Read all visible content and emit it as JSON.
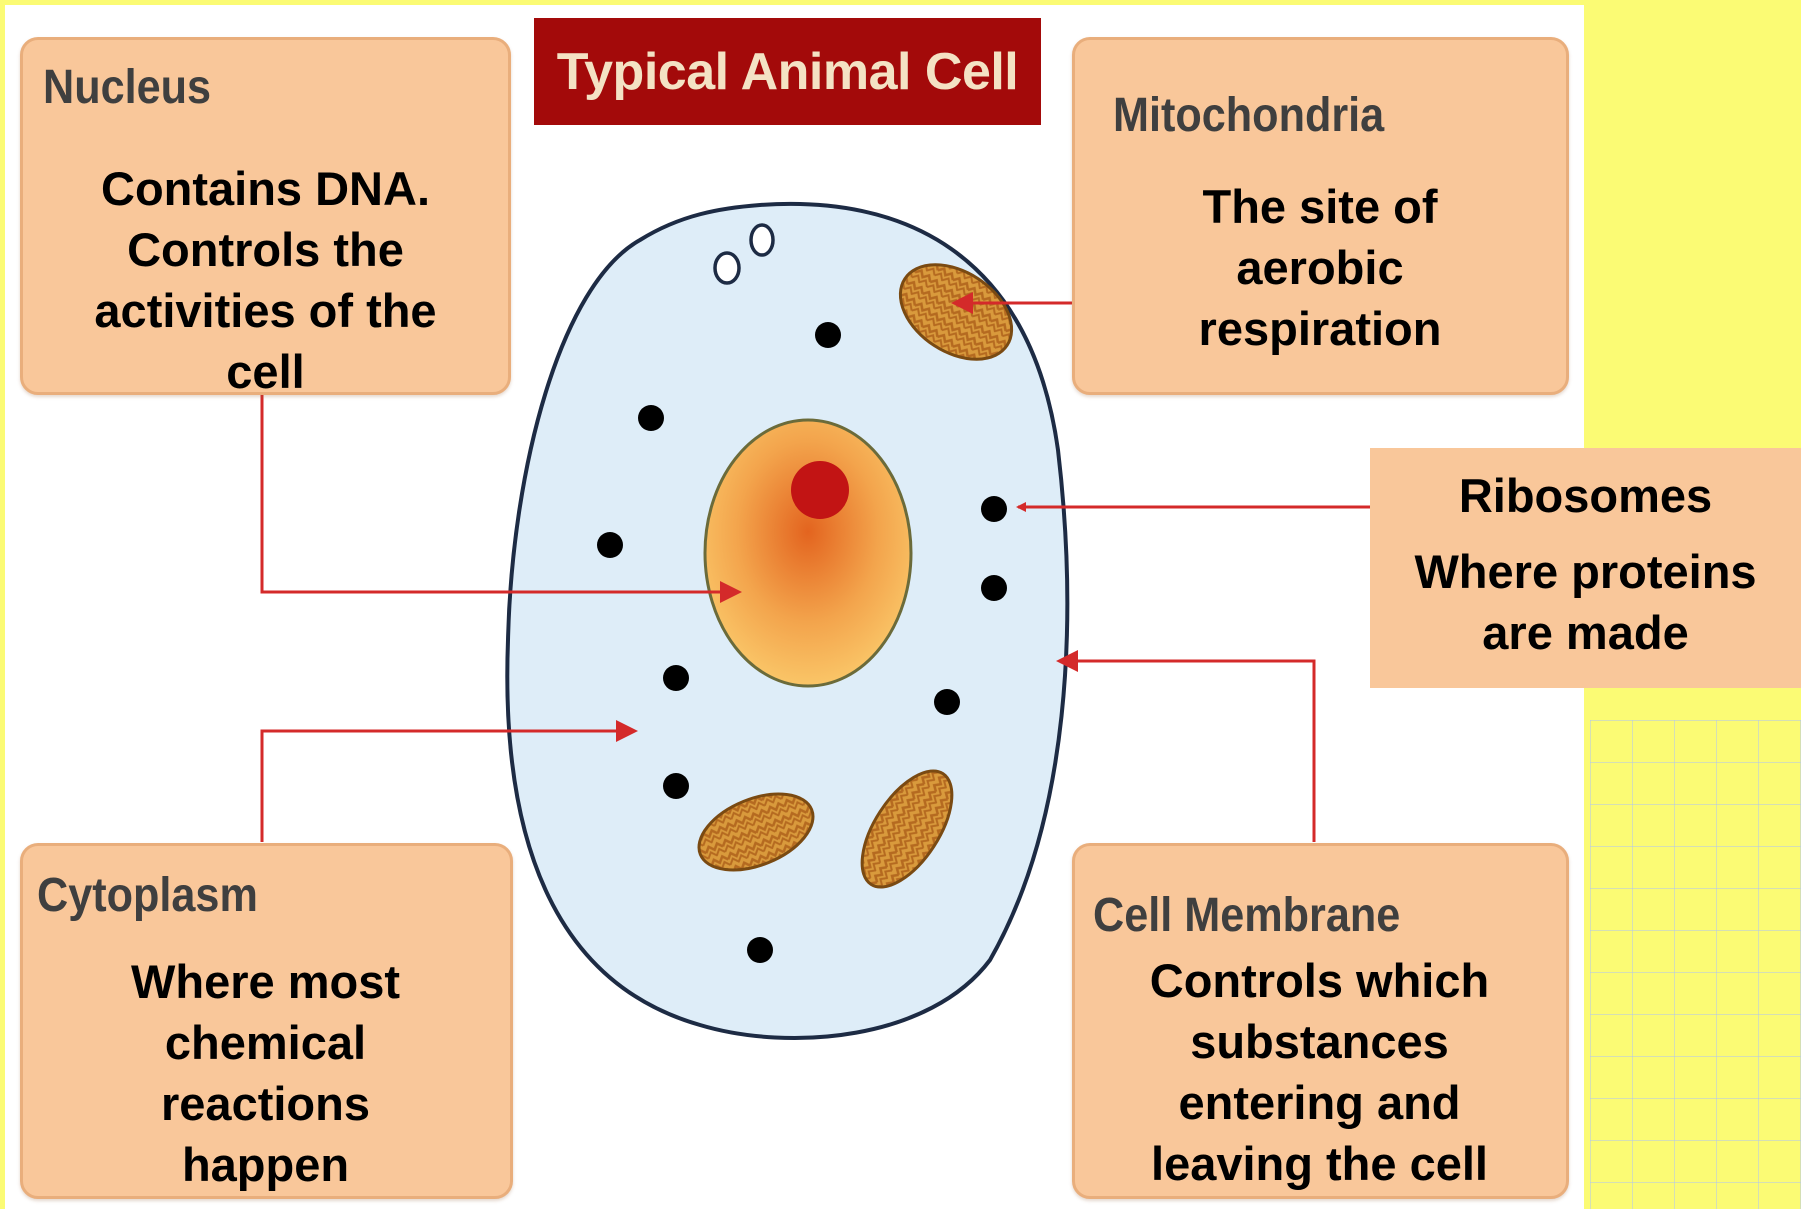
{
  "title": "Typical Animal Cell",
  "nucleus": {
    "heading": "Nucleus",
    "description": "Contains DNA. Controls the activities of the cell"
  },
  "mitochondria": {
    "heading": "Mitochondria",
    "description": "The site of aerobic respiration"
  },
  "ribosomes": {
    "heading": "Ribosomes",
    "description": "Where proteins are made"
  },
  "cytoplasm": {
    "heading": "Cytoplasm",
    "description": "Where most chemical reactions happen"
  },
  "cell_membrane": {
    "heading": "Cell Membrane",
    "description": "Controls which substances entering and leaving the cell"
  },
  "colors": {
    "title_bg": "#a30a0a",
    "label_box": "#f9c79a",
    "cell_fill": "#deedf8",
    "arrow": "#d42a2a",
    "background": "#fbfb74"
  }
}
